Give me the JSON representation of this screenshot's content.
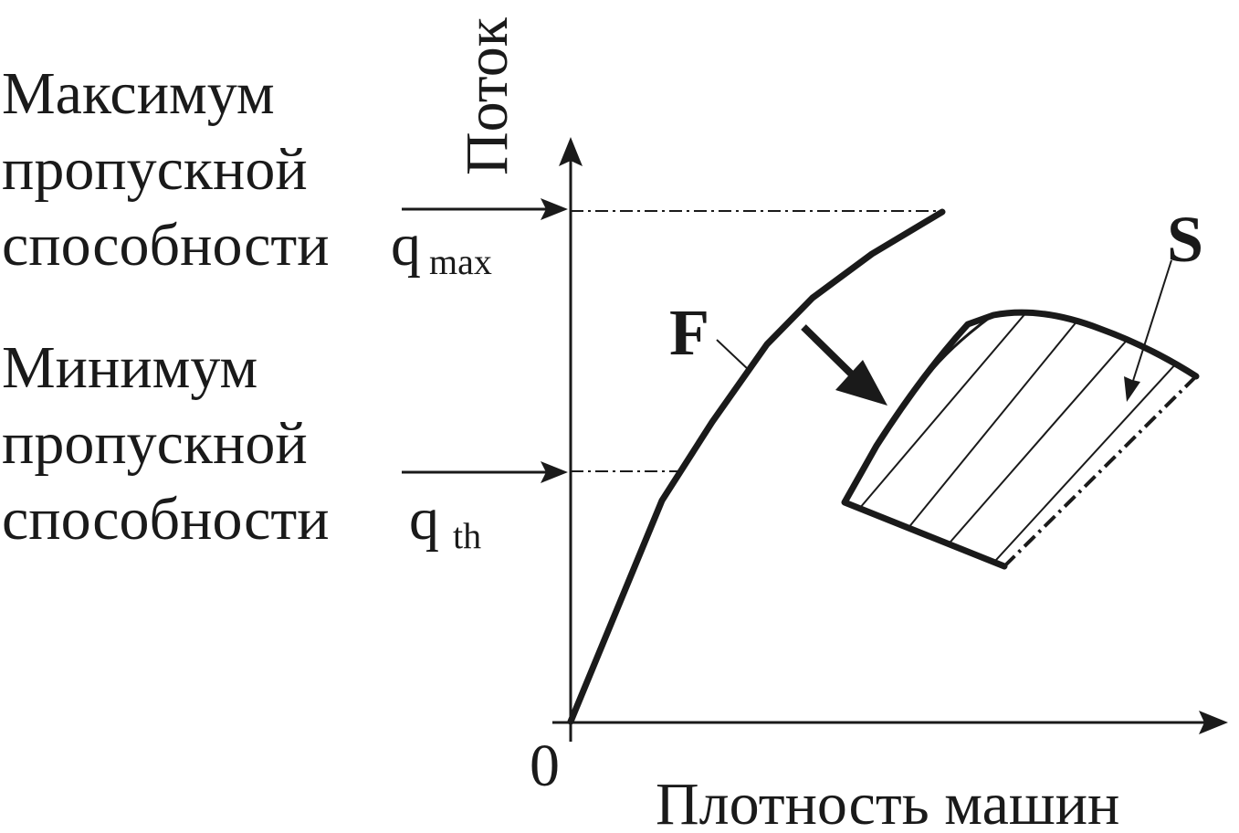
{
  "labels": {
    "max_line1": "Максимум",
    "max_line2": "пропускной",
    "max_line3": "способности",
    "max_symbol": "q",
    "max_subscript": "max",
    "min_line1": "Минимум",
    "min_line2": "пропускной",
    "min_line3": "способности",
    "min_symbol": "q",
    "min_subscript": "th",
    "y_axis": "Поток",
    "x_axis": "Плотность машин",
    "origin": "0",
    "curve_label": "F",
    "region_label": "S"
  },
  "colors": {
    "ink": "#1a1a1a",
    "background": "#ffffff"
  }
}
